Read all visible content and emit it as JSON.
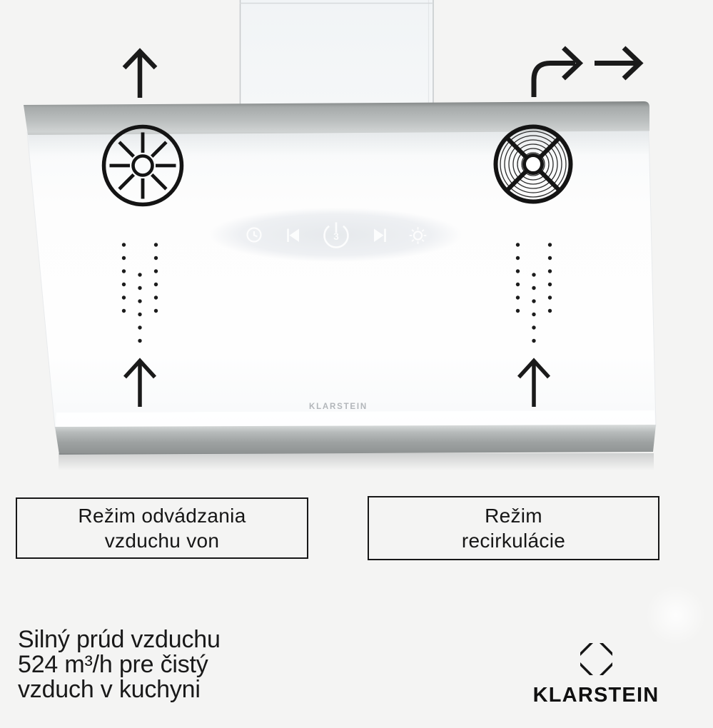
{
  "hood": {
    "brand_label": "KLARSTEIN",
    "control_panel": {
      "power_level": "3",
      "icons": [
        "timer-icon",
        "skip-back-icon",
        "power-button-icon",
        "skip-forward-icon",
        "light-icon"
      ]
    }
  },
  "modes": {
    "exhaust": {
      "line1": "Režim odvádzania",
      "line2": "vzduchu von"
    },
    "recirculation": {
      "line1": "Režim",
      "line2": "recirkulácie"
    }
  },
  "footer": {
    "tagline_line1": "Silný prúd vzduchu",
    "tagline_line2": "524 m³/h pre čistý",
    "tagline_line3": "vzduch v kuchyni",
    "brand": "KLARSTEIN"
  },
  "icons": {
    "exhaust_fan": "spoked-fan-wheel",
    "recirculation_fan": "fan-grille-rings",
    "airflow_out": "up-arrow",
    "airflow_redirect": "curved-right-arrow and right-arrow",
    "airflow_intake": "dotted-stream with up-arrow"
  },
  "colors": {
    "background": "#f4f4f3",
    "steel": "#a9adad",
    "hood_glass": "#fdfdfe",
    "ink": "#171717",
    "hood_brand_watermark": "#b2b6ba"
  }
}
